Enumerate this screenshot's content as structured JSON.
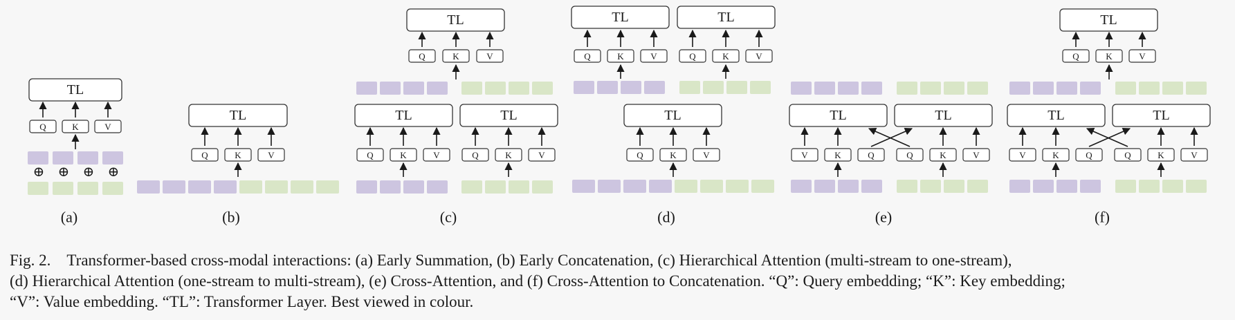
{
  "labels": {
    "tl": "TL",
    "q": "Q",
    "k": "K",
    "v": "V",
    "sum": "⊕"
  },
  "panel_labels": [
    "(a)",
    "(b)",
    "(c)",
    "(d)",
    "(e)",
    "(f)"
  ],
  "caption": {
    "line1": "Fig. 2. Transformer-based cross-modal interactions: (a) Early Summation, (b) Early Concatenation, (c) Hierarchical Attention (multi-stream to one-stream),",
    "line2": "(d) Hierarchical Attention (one-stream to multi-stream), (e) Cross-Attention, and (f) Cross-Attention to Concatenation. “Q”: Query embedding; “K”: Key embedding;",
    "line3": "“V”: Value embedding. “TL”: Transformer Layer. Best viewed in colour."
  },
  "colors": {
    "purple": "#cdc5e0",
    "green": "#d9e6c7",
    "box_stroke": "#333333",
    "box_fill": "#ffffff",
    "background": "#f7f7f7"
  }
}
